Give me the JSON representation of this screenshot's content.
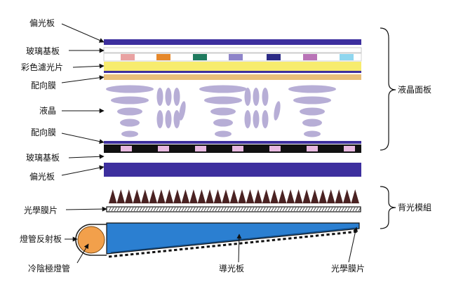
{
  "labels": {
    "polarizer_top": "偏光板",
    "glass_top": "玻璃基板",
    "color_filter": "彩色濾光片",
    "alignment_top": "配向膜",
    "liquid_crystal": "液晶",
    "alignment_bottom": "配向膜",
    "glass_bottom": "玻璃基板",
    "polarizer_bottom": "偏光板",
    "optical_film_top": "光學膜片",
    "lamp_reflector": "燈管反射板",
    "ccfl": "冷陰極燈管",
    "light_guide": "導光板",
    "optical_film_bottom": "光學膜片"
  },
  "groups": {
    "lcd_panel": "液晶面板",
    "backlight_module": "背光模組"
  },
  "colors": {
    "polarizer": "#3d2f9e",
    "color_filter_yellow": "#f7ec6e",
    "alignment_tan": "#e8c07a",
    "liquid_crystal": "#b7aed6",
    "light_guide": "#2b7fd1",
    "lamp": "#f2a04b",
    "prism": "#4a2222"
  },
  "filter_colors": [
    "#e9a2a2",
    "#e6882b",
    "#1f7a5e",
    "#8e84c9",
    "#2c2b86",
    "#b974b7",
    "#8fd6ef"
  ]
}
